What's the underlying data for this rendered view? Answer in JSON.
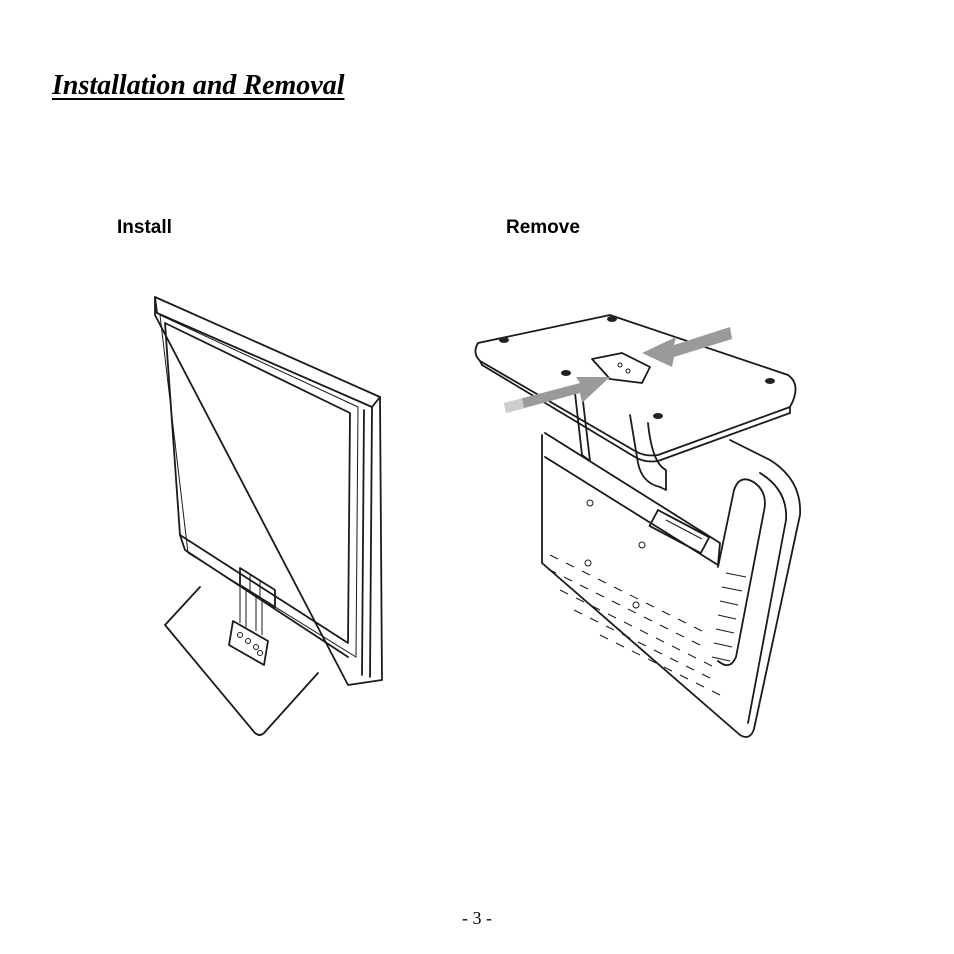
{
  "page": {
    "title": "Installation and Removal",
    "page_number": "- 3 -"
  },
  "figures": {
    "install": {
      "label": "Install"
    },
    "remove": {
      "label": "Remove"
    }
  }
}
